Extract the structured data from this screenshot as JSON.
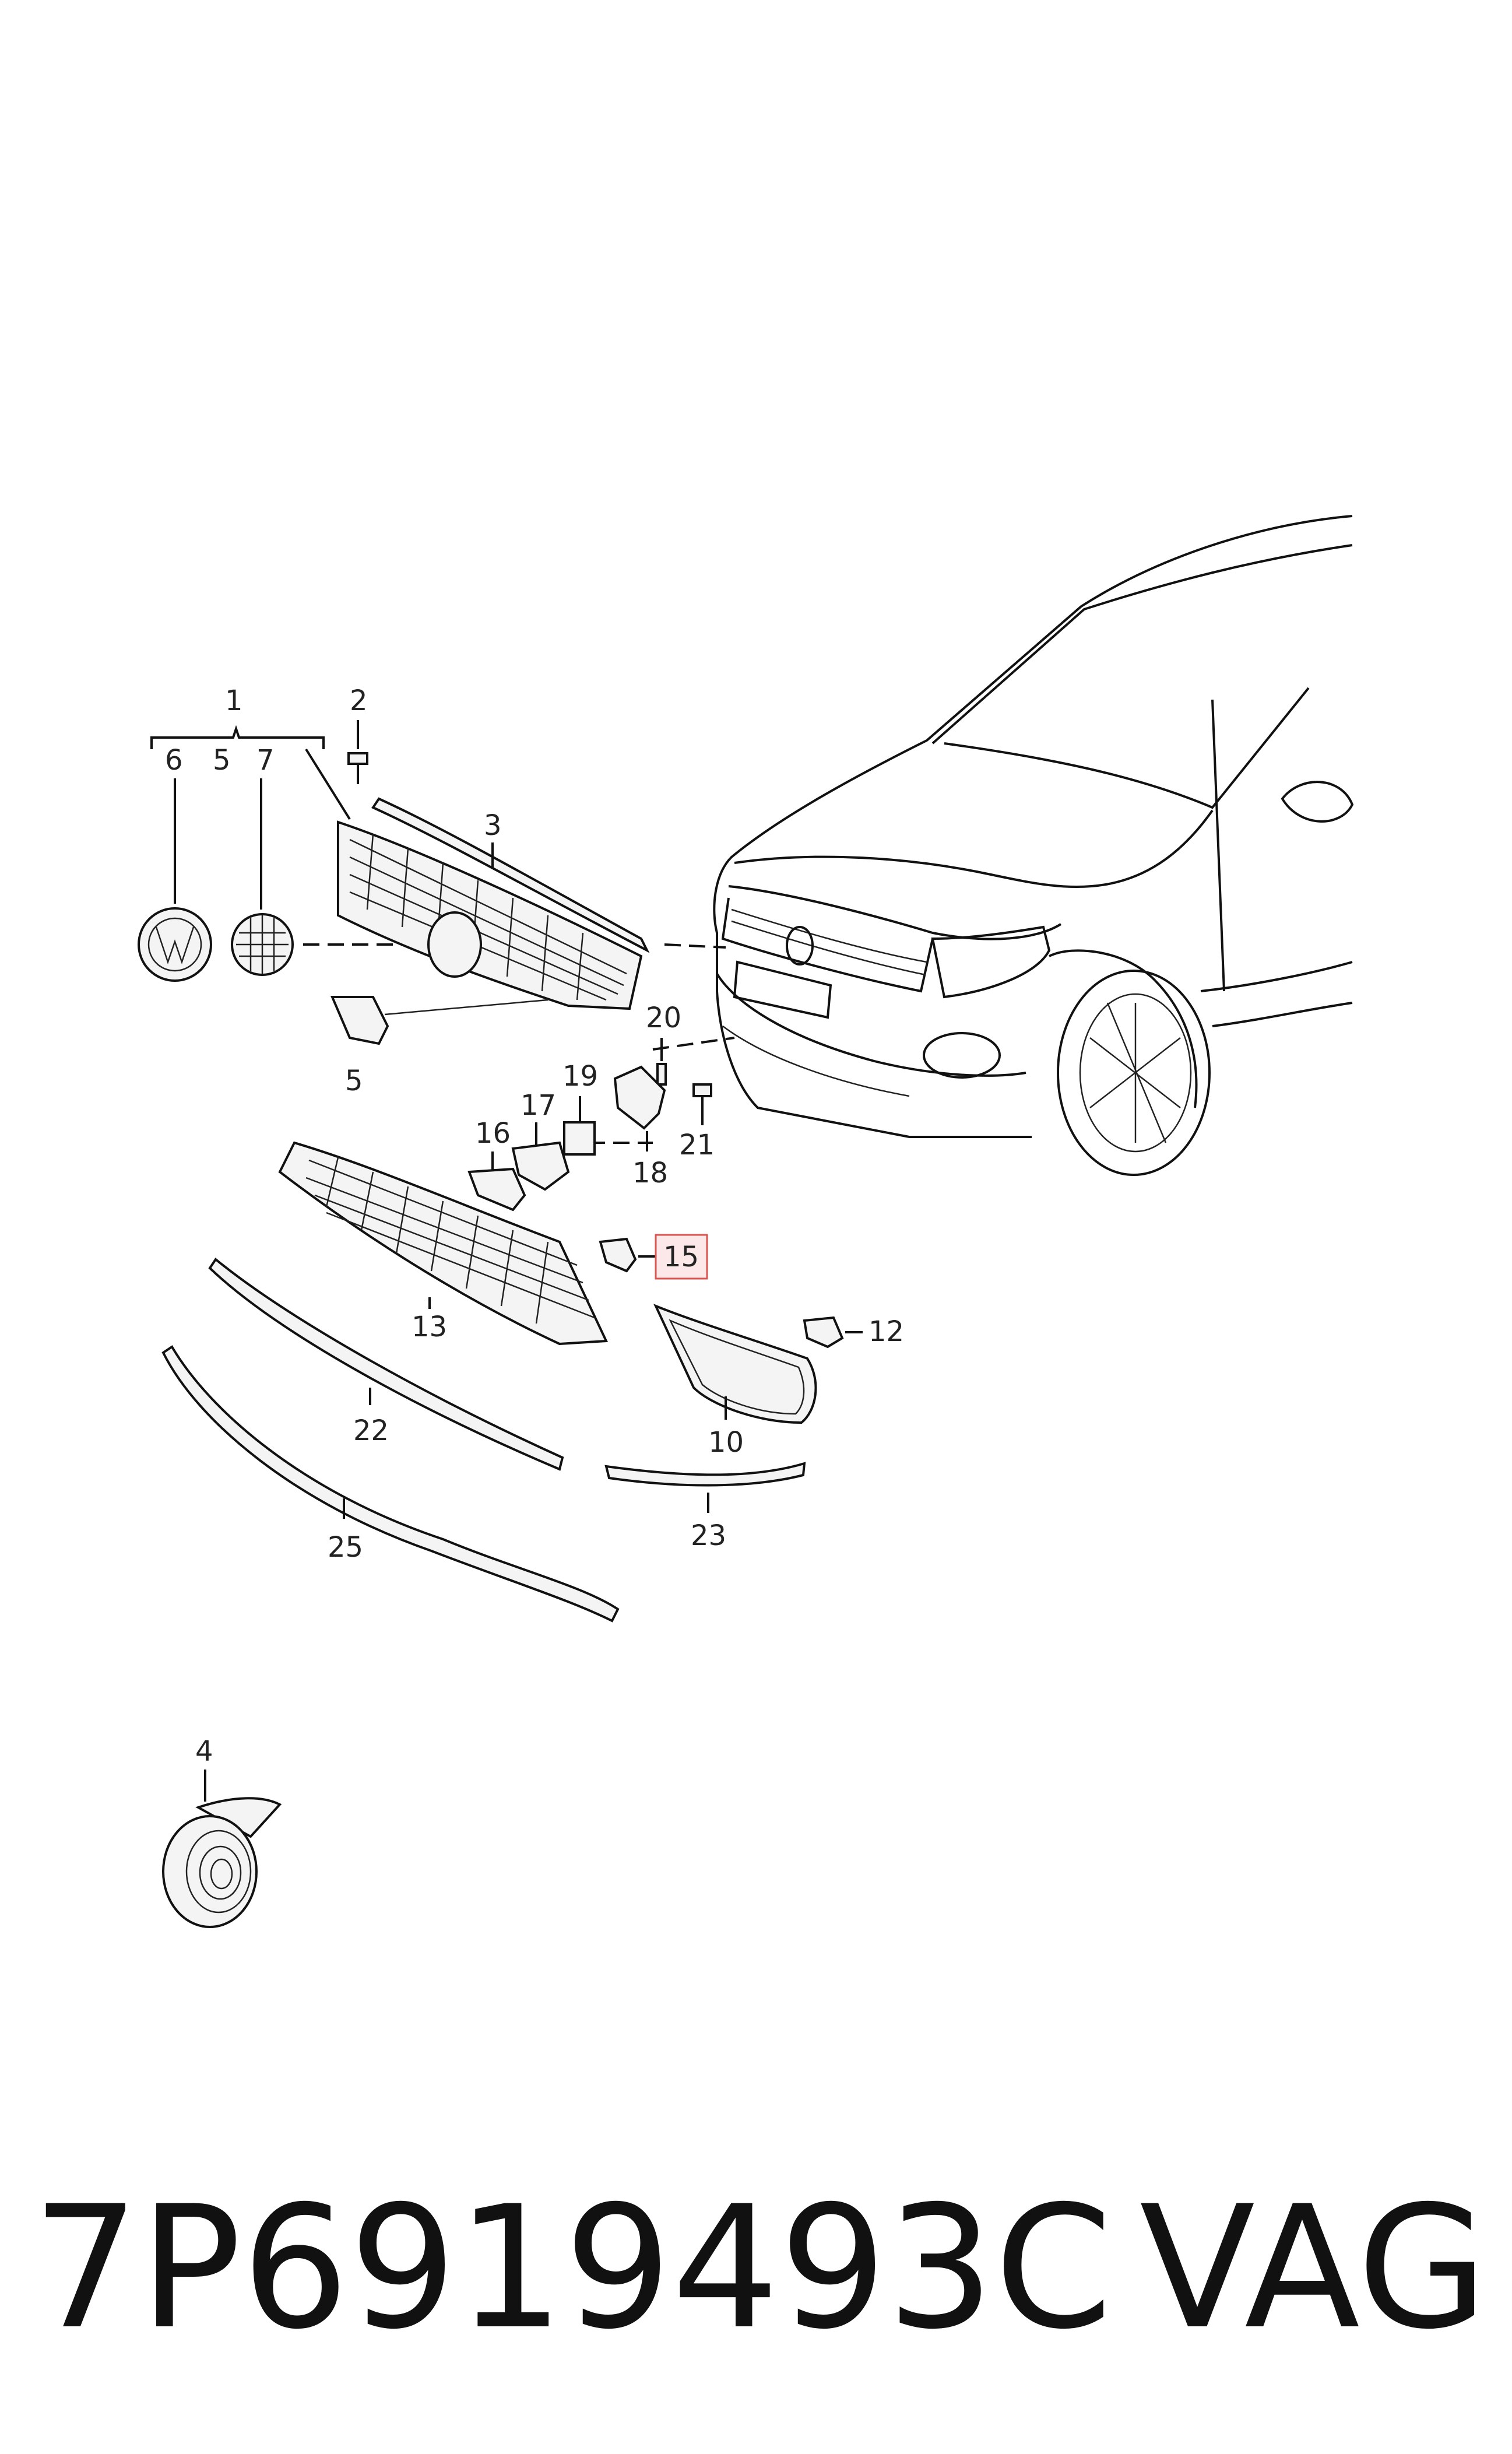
{
  "callouts": {
    "c1": "1",
    "c2": "2",
    "c3": "3",
    "c4": "4",
    "c5": "5",
    "c5b": "5",
    "c6": "6",
    "c7": "7",
    "c10": "10",
    "c12": "12",
    "c13": "13",
    "c15": "15",
    "c16": "16",
    "c17": "17",
    "c18": "18",
    "c19": "19",
    "c20": "20",
    "c21": "21",
    "c22": "22",
    "c23": "23",
    "c25": "25"
  },
  "highlight": {
    "callout": "15",
    "color": "#d9534f",
    "fill": "#fce8e8"
  },
  "caption": {
    "part_number": "7P6919493C",
    "brand": "VAG"
  }
}
